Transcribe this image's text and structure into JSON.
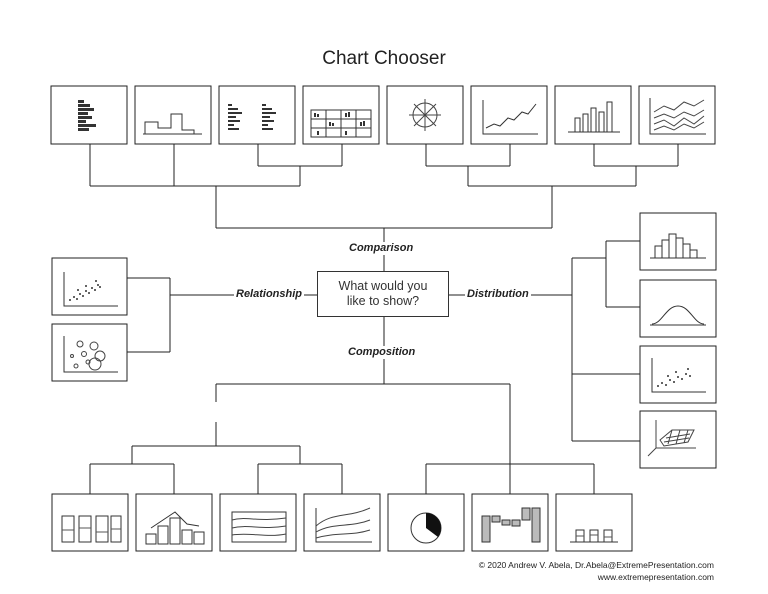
{
  "title": "Chart Chooser",
  "question": {
    "line1": "What would you",
    "line2": "like to show?"
  },
  "categories": {
    "comparison": "Comparison",
    "relationship": "Relationship",
    "distribution": "Distribution",
    "composition": "Composition"
  },
  "credit": {
    "line1": "© 2020  Andrew V. Abela, Dr.Abela@ExtremePresentation.com",
    "line2": "www.extremepresentation.com"
  }
}
